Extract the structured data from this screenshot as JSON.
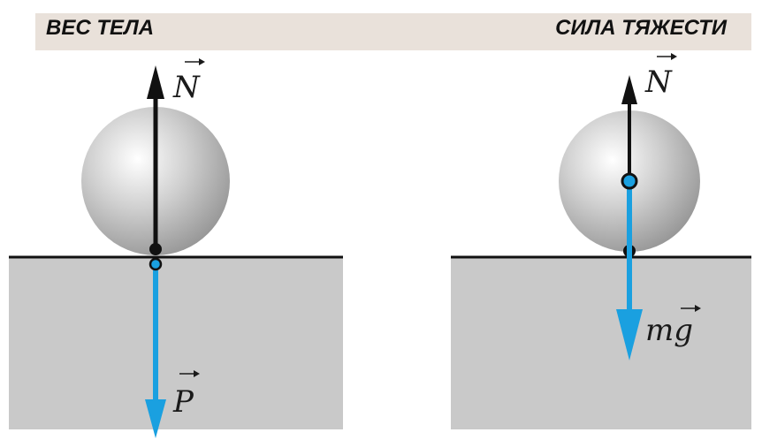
{
  "header": {
    "left_title": "ВЕС ТЕЛА",
    "right_title": "СИЛА ТЯЖЕСТИ"
  },
  "left_panel": {
    "normal_label": "N",
    "weight_label": "P"
  },
  "right_panel": {
    "normal_label": "N",
    "gravity_label_m": "m",
    "gravity_label_g": "g"
  },
  "colors": {
    "header_bg": "#e9e1da",
    "surface": "#c9c9c9",
    "normal_arrow": "#111111",
    "force_arrow": "#1aa0e0"
  }
}
